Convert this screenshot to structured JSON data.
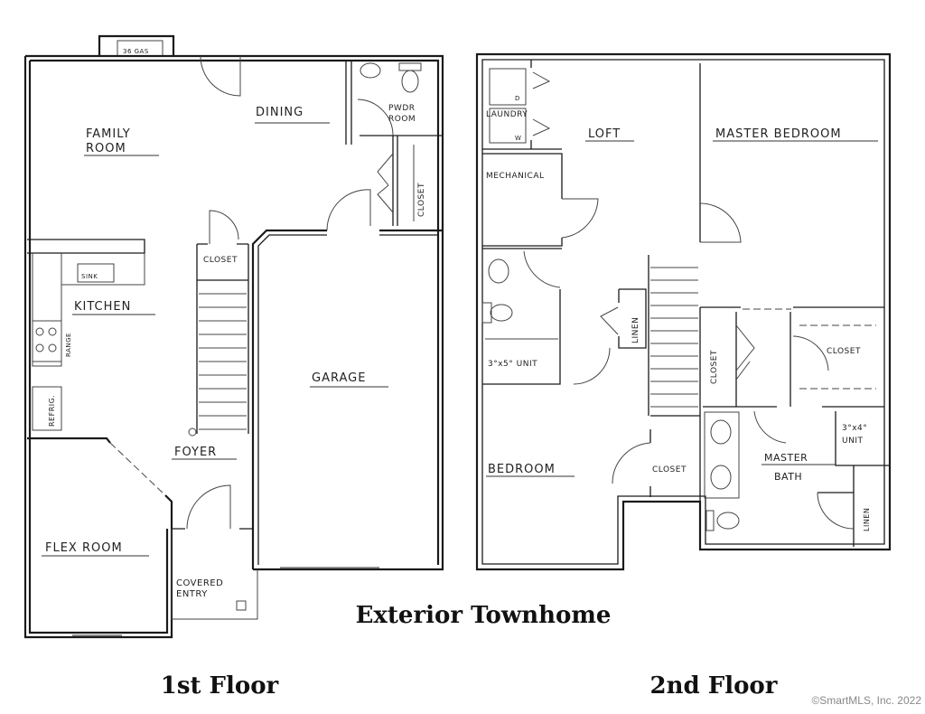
{
  "title": "Exterior Townhome",
  "first_floor": {
    "caption": "1st Floor",
    "rooms": {
      "family_room_1": "FAMILY",
      "family_room_2": "ROOM",
      "dining": "DINING",
      "pwdr_1": "PWDR",
      "pwdr_2": "ROOM",
      "closet_hall": "CLOSET",
      "closet_stairs": "CLOSET",
      "kitchen": "KITCHEN",
      "sink": "SINK",
      "range": "RANGE",
      "refrig": "REFRIG.",
      "foyer": "FOYER",
      "garage": "GARAGE",
      "flex_room": "FLEX ROOM",
      "covered_1": "COVERED",
      "covered_2": "ENTRY",
      "fireplace": "36 GAS"
    }
  },
  "second_floor": {
    "caption": "2nd Floor",
    "rooms": {
      "laundry": "LAUNDRY",
      "dryer": "D",
      "washer": "W",
      "loft": "LOFT",
      "master_bedroom": "MASTER BEDROOM",
      "mechanical": "MECHANICAL",
      "unit_35": "3°x5° UNIT",
      "linen_hall": "LINEN",
      "bedroom": "BEDROOM",
      "closet_bedroom": "CLOSET",
      "closet_master_v": "CLOSET",
      "closet_master": "CLOSET",
      "unit_34_1": "3°x4°",
      "unit_34_2": "UNIT",
      "master_bath_1": "MASTER",
      "master_bath_2": "BATH",
      "linen_bath": "LINEN"
    }
  },
  "copyright": "©SmartMLS, Inc.  2022"
}
